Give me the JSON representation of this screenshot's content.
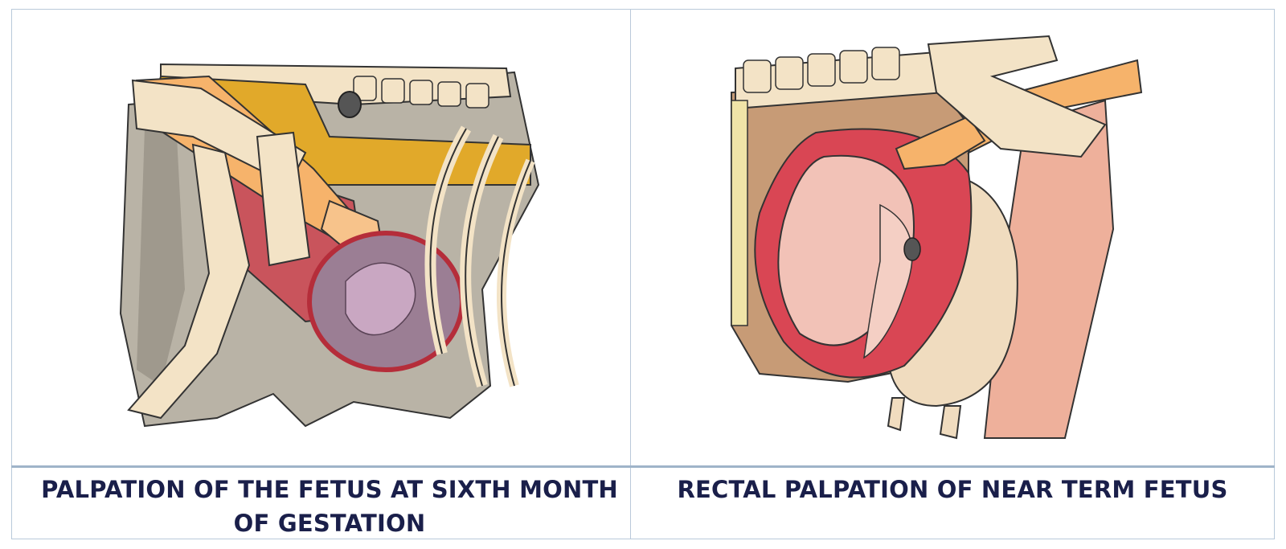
{
  "panels": [
    {
      "caption": "PALPATION OF THE FETUS AT SIXTH MONTH OF GESTATION",
      "illustration": "illustration-sixth-month-palpation"
    },
    {
      "caption": "RECTAL PALPATION OF NEAR TERM FETUS",
      "illustration": "illustration-near-term-palpation"
    }
  ],
  "colors": {
    "border": "#b9c9da",
    "caption_text": "#1a1f4a",
    "bone": "#f3e3c6",
    "muscle_gray": "#b9b3a6",
    "uterus_red": "#d94654",
    "fetus_pink": "#f2c2b7",
    "arm_orange": "#f6b36b",
    "fat_yellow": "#e1a92a",
    "fetus_purple": "#9b7e94"
  }
}
